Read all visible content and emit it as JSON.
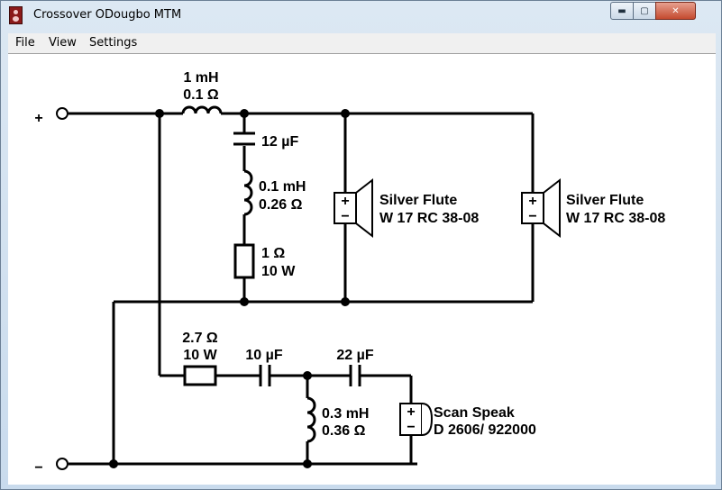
{
  "window": {
    "title": "Crossover ODougbo MTM",
    "minimize_glyph": "▬",
    "maximize_glyph": "▢",
    "close_glyph": "✕"
  },
  "menu": [
    "File",
    "View",
    "Settings"
  ],
  "circuit": {
    "terminals": {
      "positive": "+",
      "negative": "−"
    },
    "components": {
      "l1": [
        "1 mH",
        "0.1 Ω"
      ],
      "c1": [
        "12 µF"
      ],
      "l2": [
        "0.1 mH",
        "0.26 Ω"
      ],
      "r1": [
        "1 Ω",
        "10 W"
      ],
      "r2": [
        "2.7 Ω",
        "10 W"
      ],
      "c2": [
        "10 µF"
      ],
      "c3": [
        "22 µF"
      ],
      "l3": [
        "0.3 mH",
        "0.36 Ω"
      ]
    },
    "drivers": {
      "tweeter1": [
        "Silver Flute",
        "W 17 RC 38-08"
      ],
      "tweeter2": [
        "Silver Flute",
        "W 17 RC 38-08"
      ],
      "woofer": [
        "Scan Speak",
        "D 2606/ 922000"
      ]
    },
    "polarity": {
      "plus": "+",
      "minus": "−"
    }
  }
}
